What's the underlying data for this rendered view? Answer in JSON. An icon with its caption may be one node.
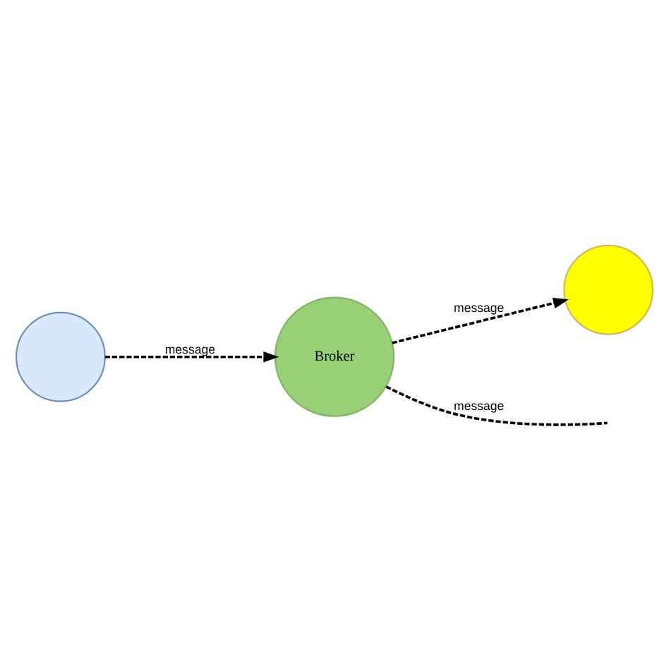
{
  "diagram": {
    "nodes": [
      {
        "text": [],
        "shape": "circle"
      },
      {
        "text": [
          "Broker"
        ]
      },
      {
        "text": [],
        "shape": "circle"
      }
    ],
    "edges": [
      {
        "from": 0,
        "to": 1,
        "arrow": "to",
        "label": "message",
        "style": "dashed"
      },
      {
        "from": 1,
        "to": 2,
        "arrow": "to",
        "label": "message",
        "style": "dashed"
      },
      {
        "from": 1,
        "to": null,
        "arrow": "none",
        "label": "message",
        "style": "dashed"
      }
    ]
  }
}
